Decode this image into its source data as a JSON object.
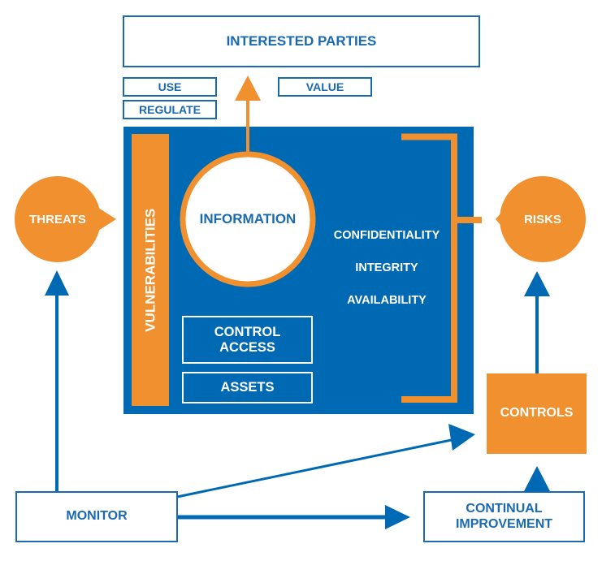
{
  "diagram": {
    "interested_parties": "INTERESTED PARTIES",
    "tags": {
      "use": "USE",
      "regulate": "REGULATE",
      "value": "VALUE"
    },
    "information": "INFORMATION",
    "vulnerabilities": "VULNERABILITIES",
    "cia": {
      "confidentiality": "CONFIDENTIALITY",
      "integrity": "INTEGRITY",
      "availability": "AVAILABILITY"
    },
    "control_access_line1": "CONTROL",
    "control_access_line2": "ACCESS",
    "assets": "ASSETS",
    "threats": "THREATS",
    "risks": "RISKS",
    "controls": "CONTROLS",
    "monitor": "MONITOR",
    "continual_improvement_line1": "CONTINUAL",
    "continual_improvement_line2": "IMPROVEMENT"
  },
  "colors": {
    "blue": "#0069b4",
    "orange": "#f0902e",
    "white": "#ffffff",
    "text_blue": "#1a6ab1"
  }
}
